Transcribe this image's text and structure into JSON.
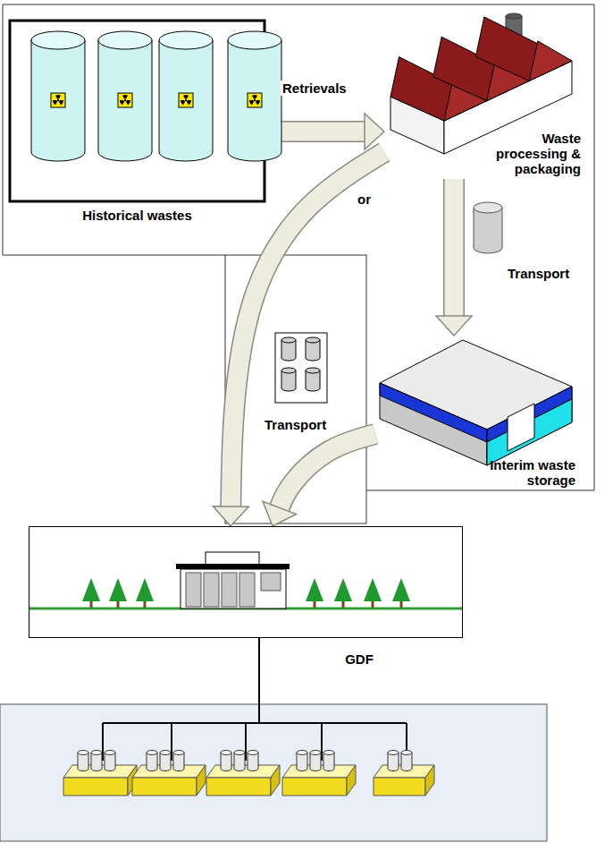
{
  "diagram": {
    "nodes": [
      {
        "text": [
          "Historical wastes"
        ]
      },
      {
        "text": [
          "Waste processing & packaging"
        ]
      },
      {
        "text": [
          "Interim waste storage"
        ]
      },
      {
        "text": [
          "GDF"
        ]
      }
    ],
    "edges": [
      {
        "from": 0,
        "to": 1,
        "arrow": "to",
        "label": "Retrievals"
      },
      {
        "from": 1,
        "to": 2,
        "arrow": "to",
        "label": "Transport"
      },
      {
        "from": 1,
        "to": 3,
        "arrow": "to",
        "label": "Transport"
      },
      {
        "from": 2,
        "to": 3,
        "arrow": "to"
      }
    ],
    "labels": [
      "or"
    ]
  }
}
